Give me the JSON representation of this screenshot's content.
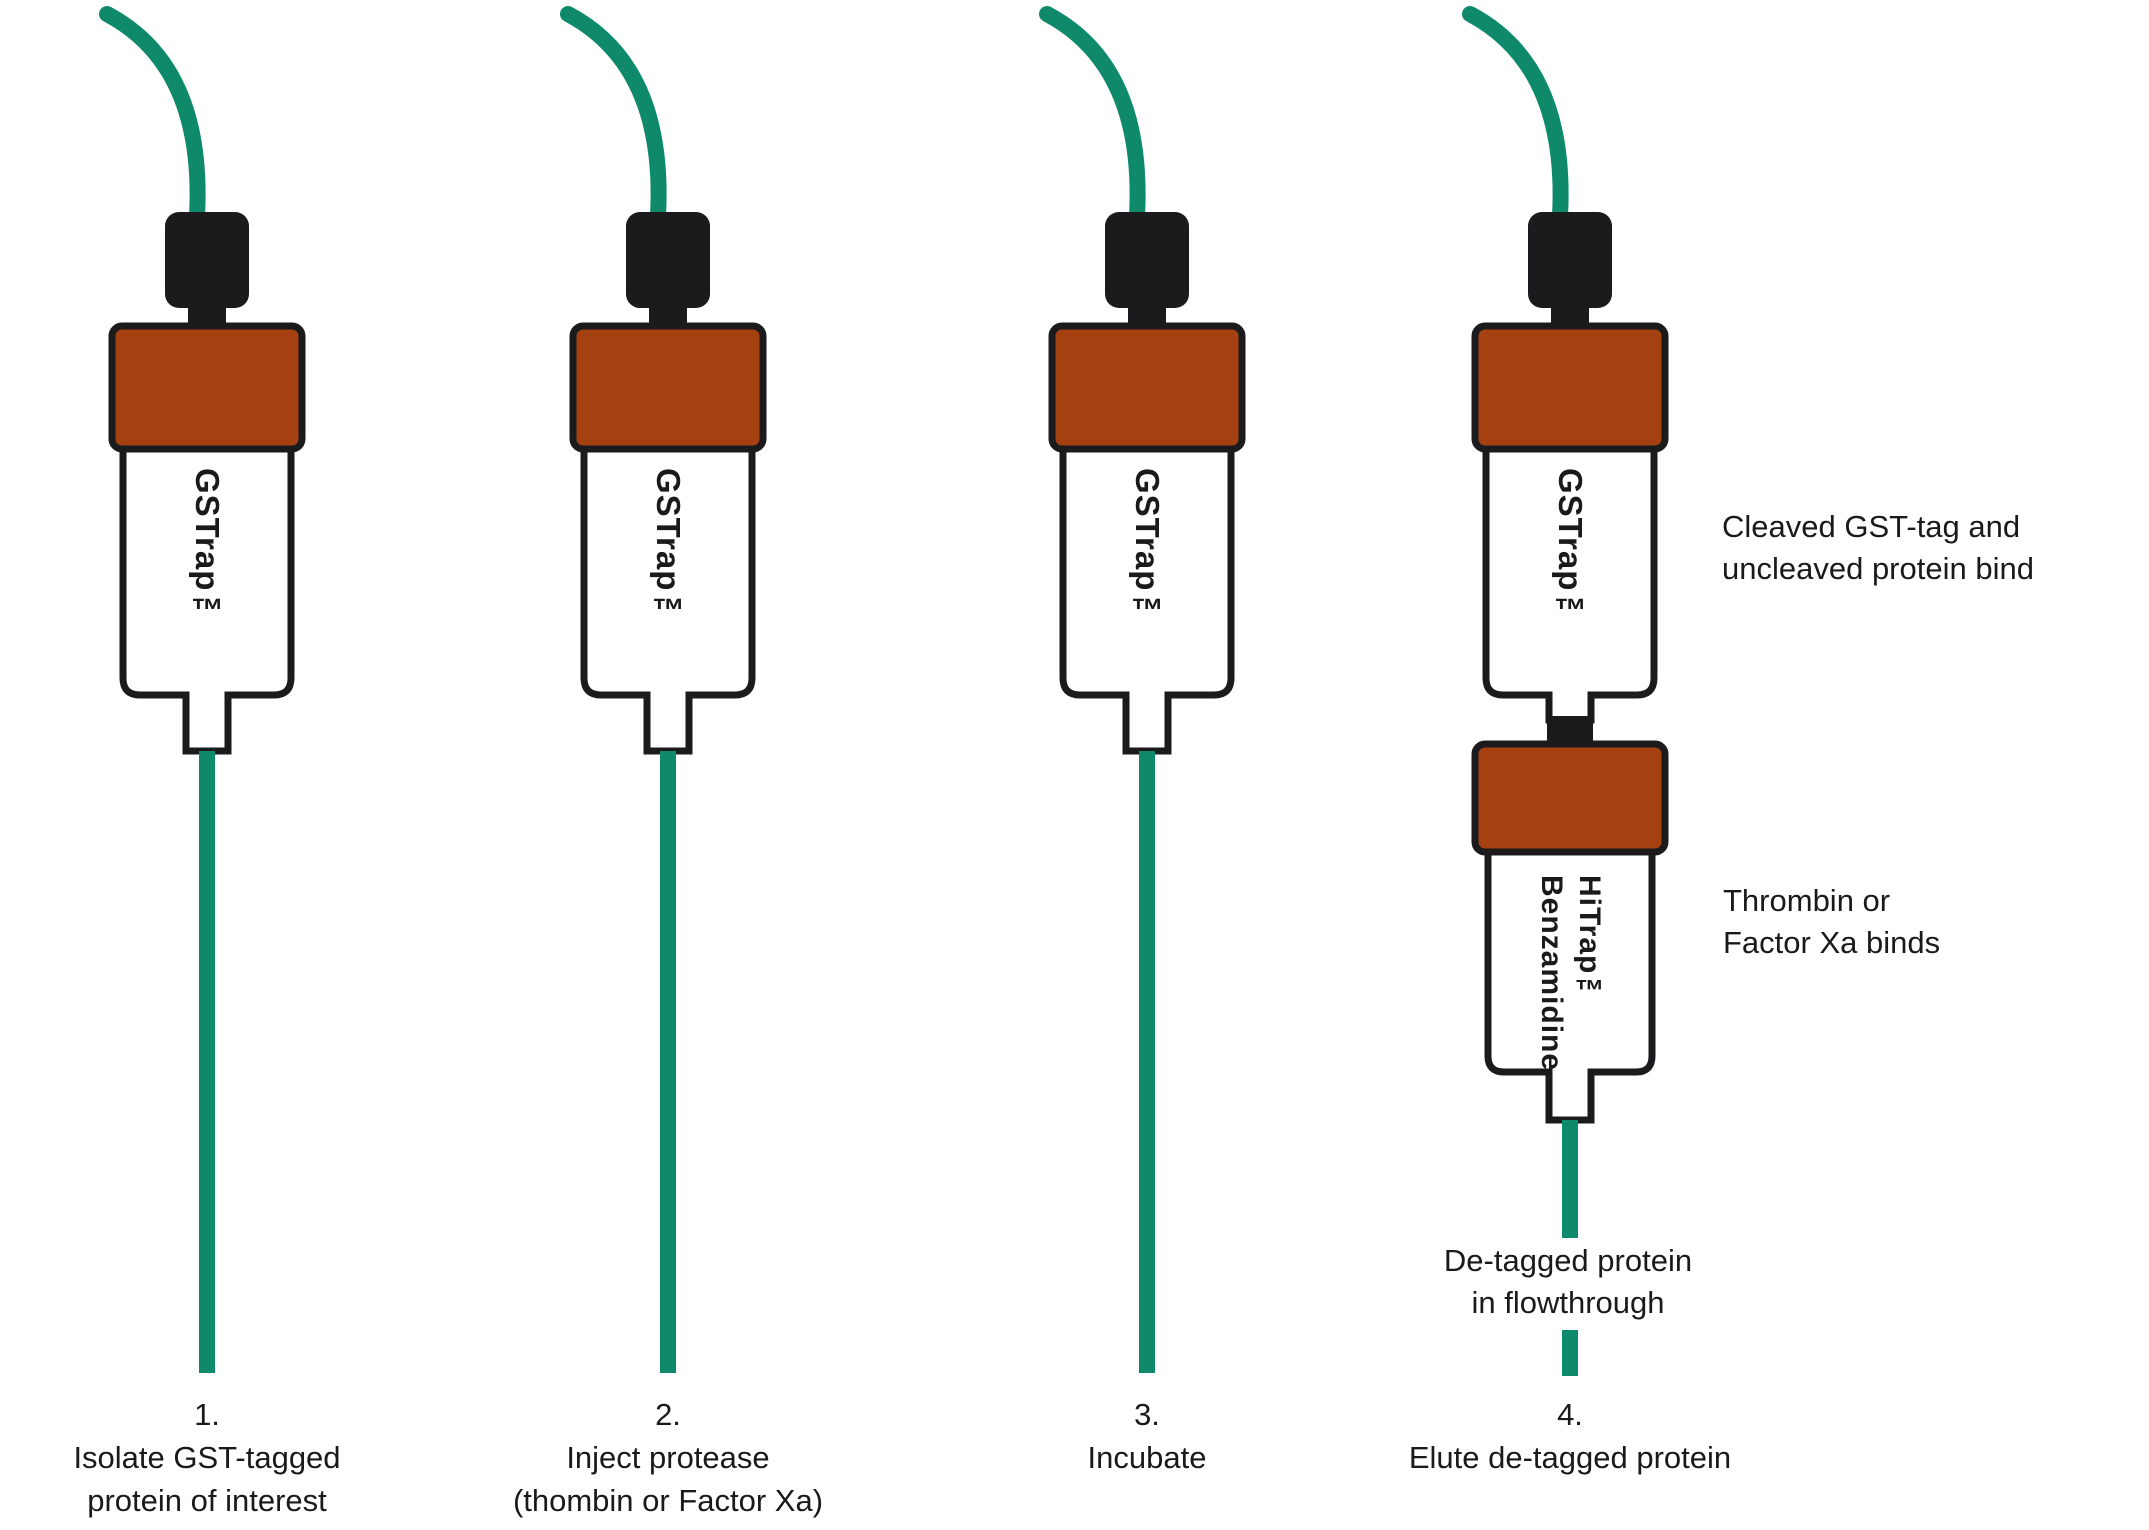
{
  "colors": {
    "tube_green": "#0E8A6B",
    "cap_brown": "#A54010",
    "connector_black": "#1B1B1E",
    "column_body": "#FFFFFF",
    "outline": "#1B1B1E",
    "text": "#1A1A1A"
  },
  "columns": [
    {
      "column_label": "GSTrap™",
      "step_number": "1.",
      "step_lines": [
        "Isolate GST-tagged",
        "protein of interest"
      ]
    },
    {
      "column_label": "GSTrap™",
      "step_number": "2.",
      "step_lines": [
        "Inject protease",
        "(thombin or Factor Xa)"
      ]
    },
    {
      "column_label": "GSTrap™",
      "step_number": "3.",
      "step_lines": [
        "Incubate"
      ]
    },
    {
      "column_label": "GSTrap™",
      "secondary_label_lines": [
        "HiTrap™",
        "Benzamidine"
      ],
      "step_number": "4.",
      "step_lines": [
        "Elute de-tagged protein"
      ]
    }
  ],
  "annotations": {
    "cleaved_note": [
      "Cleaved GST-tag and",
      "uncleaved protein bind"
    ],
    "thrombin_note": [
      "Thrombin or",
      "Factor Xa binds"
    ],
    "flowthrough_note": [
      "De-tagged protein",
      "in flowthrough"
    ]
  }
}
